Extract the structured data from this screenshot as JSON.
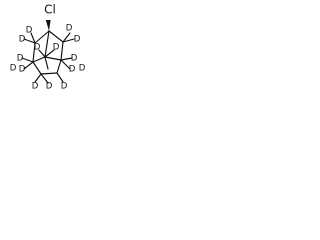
{
  "molecule": {
    "chlorine_label": "Cl",
    "deuterium_labels": [
      "D",
      "D",
      "D",
      "D",
      "D",
      "D",
      "D",
      "D",
      "D",
      "D",
      "D",
      "D",
      "D",
      "D",
      "D"
    ]
  },
  "colors": {
    "ink": "#111111",
    "background": "#ffffff"
  }
}
